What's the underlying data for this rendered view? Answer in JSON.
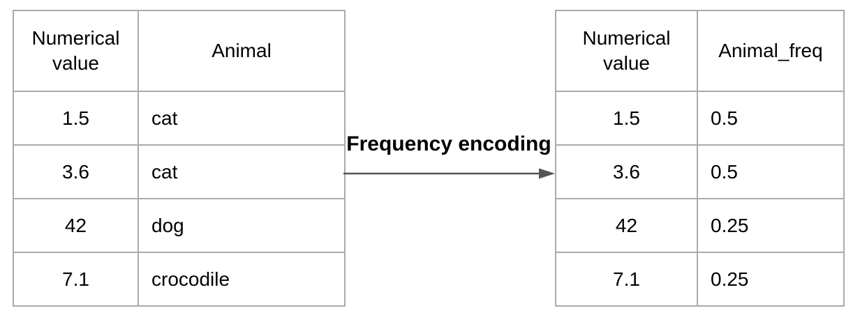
{
  "diagram": {
    "arrow_label": "Frequency encoding"
  },
  "left_table": {
    "headers": [
      "Numerical value",
      "Animal"
    ],
    "rows": [
      [
        "1.5",
        "cat"
      ],
      [
        "3.6",
        "cat"
      ],
      [
        "42",
        "dog"
      ],
      [
        "7.1",
        "crocodile"
      ]
    ]
  },
  "right_table": {
    "headers": [
      "Numerical value",
      "Animal_freq"
    ],
    "rows": [
      [
        "1.5",
        "0.5"
      ],
      [
        "3.6",
        "0.5"
      ],
      [
        "42",
        "0.25"
      ],
      [
        "7.1",
        "0.25"
      ]
    ]
  },
  "colors": {
    "table_border": "#aaaaaa",
    "arrow": "#555555",
    "text": "#000000",
    "background": "#ffffff"
  }
}
